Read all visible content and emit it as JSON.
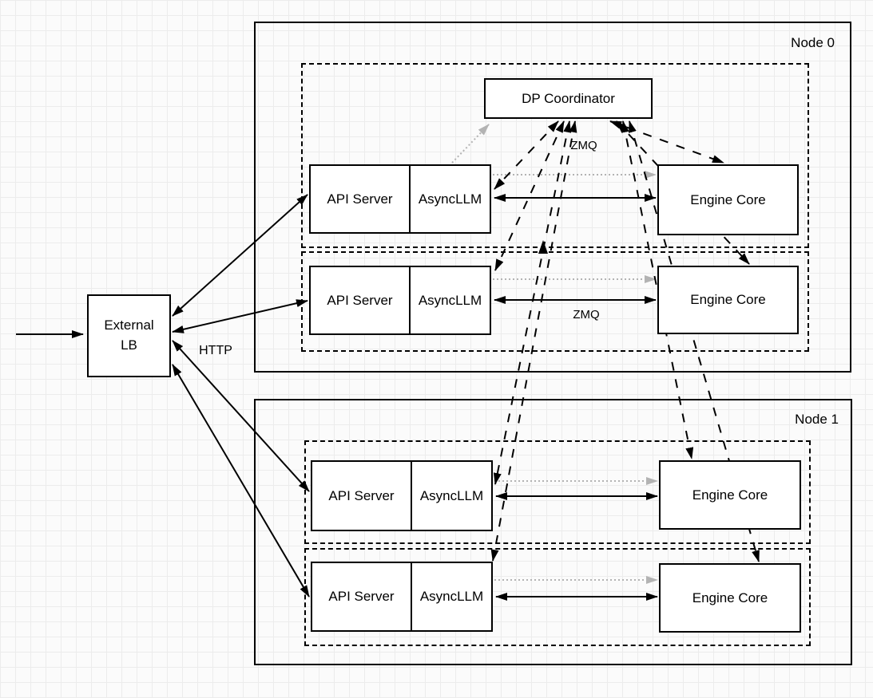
{
  "diagram": {
    "external_lb": {
      "lines": [
        "External",
        "LB"
      ]
    },
    "dp_coordinator": {
      "label": "DP Coordinator"
    },
    "labels": {
      "http": "HTTP",
      "zmq_top": "ZMQ",
      "zmq_row2": "ZMQ"
    },
    "nodes": [
      {
        "name": "Node 0",
        "rows": [
          {
            "api_server": "API Server",
            "asyncllm": "AsyncLLM",
            "engine_core": "Engine Core"
          },
          {
            "api_server": "API Server",
            "asyncllm": "AsyncLLM",
            "engine_core": "Engine Core"
          }
        ]
      },
      {
        "name": "Node 1",
        "rows": [
          {
            "api_server": "API Server",
            "asyncllm": "AsyncLLM",
            "engine_core": "Engine Core"
          },
          {
            "api_server": "API Server",
            "asyncllm": "AsyncLLM",
            "engine_core": "Engine Core"
          }
        ]
      }
    ],
    "colors": {
      "stroke": "#000000",
      "dotted_arrow": "#b3b3b3",
      "background": "#fafafa",
      "grid_line": "#ececec",
      "box_fill": "#ffffff"
    }
  }
}
